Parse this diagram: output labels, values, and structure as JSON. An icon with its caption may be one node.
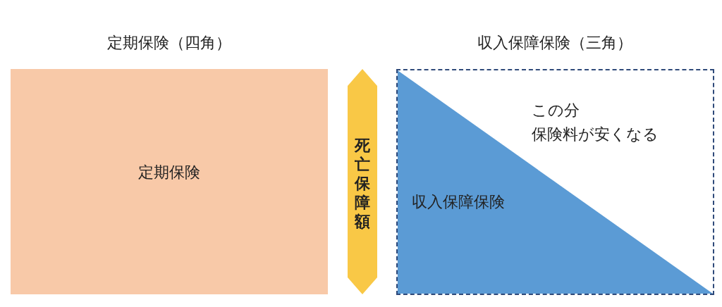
{
  "diagram": {
    "nodes": [
      {
        "text": [
          "定期保険（四角）",
          "定期保険"
        ]
      },
      {
        "text": [
          "死亡保障額"
        ]
      },
      {
        "text": [
          "収入保障保険（三角）",
          "この分",
          "保険料が安くなる"
        ]
      },
      {
        "text": [
          "収入保障保険"
        ],
        "in": 2
      }
    ]
  }
}
